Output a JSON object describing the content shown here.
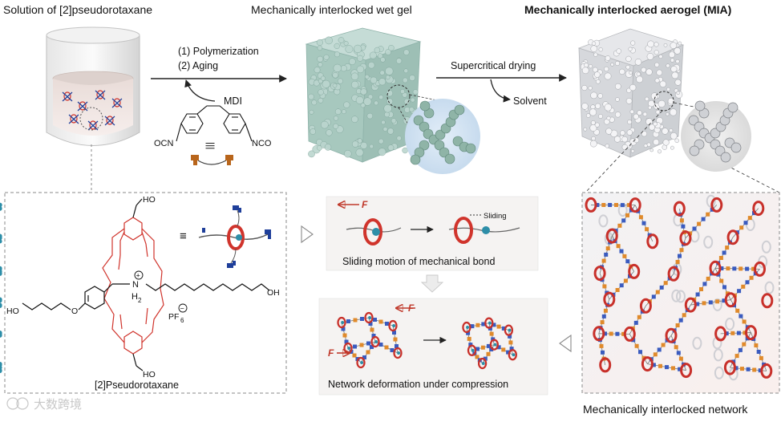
{
  "panels": {
    "solution_title": "Solution of [2]pseudorotaxane",
    "wetgel_title": "Mechanically interlocked wet gel",
    "aerogel_title": "Mechanically interlocked aerogel (MIA)",
    "network_title": "Mechanically interlocked network"
  },
  "process": {
    "step1": "(1) Polymerization",
    "step2": "(2) Aging",
    "reagent": "MDI",
    "supercritical": "Supercritical drying",
    "solvent": "Solvent"
  },
  "mdi": {
    "left_group": "OCN",
    "right_group": "NCO",
    "equiv_symbol": "|||"
  },
  "molecule": {
    "name": "[2]Pseudorotaxane",
    "equiv": "≡",
    "ho_top": "HO",
    "ho_bottom": "HO",
    "ho_left": "HO",
    "oh_right": "OH",
    "o_atom": "O",
    "n_atom": "N",
    "h2": "H",
    "h2_sub": "2",
    "plus": "+",
    "pf6": "PF",
    "pf6_sub": "6",
    "minus": "−"
  },
  "sliding": {
    "f_label": "F",
    "tag": "Sliding",
    "caption": "Sliding motion of mechanical bond"
  },
  "deformation": {
    "f1": "F",
    "f2": "F",
    "caption": "Network deformation under compression"
  },
  "watermark": "大数跨境",
  "colors": {
    "crown_red": "#d0342c",
    "stopper_blue": "#1f3f9a",
    "gel_green": "#9fc3b8",
    "aerogel_gray": "#d2d4d8",
    "arrow": "#222222",
    "dash": "#8a8a8a"
  }
}
